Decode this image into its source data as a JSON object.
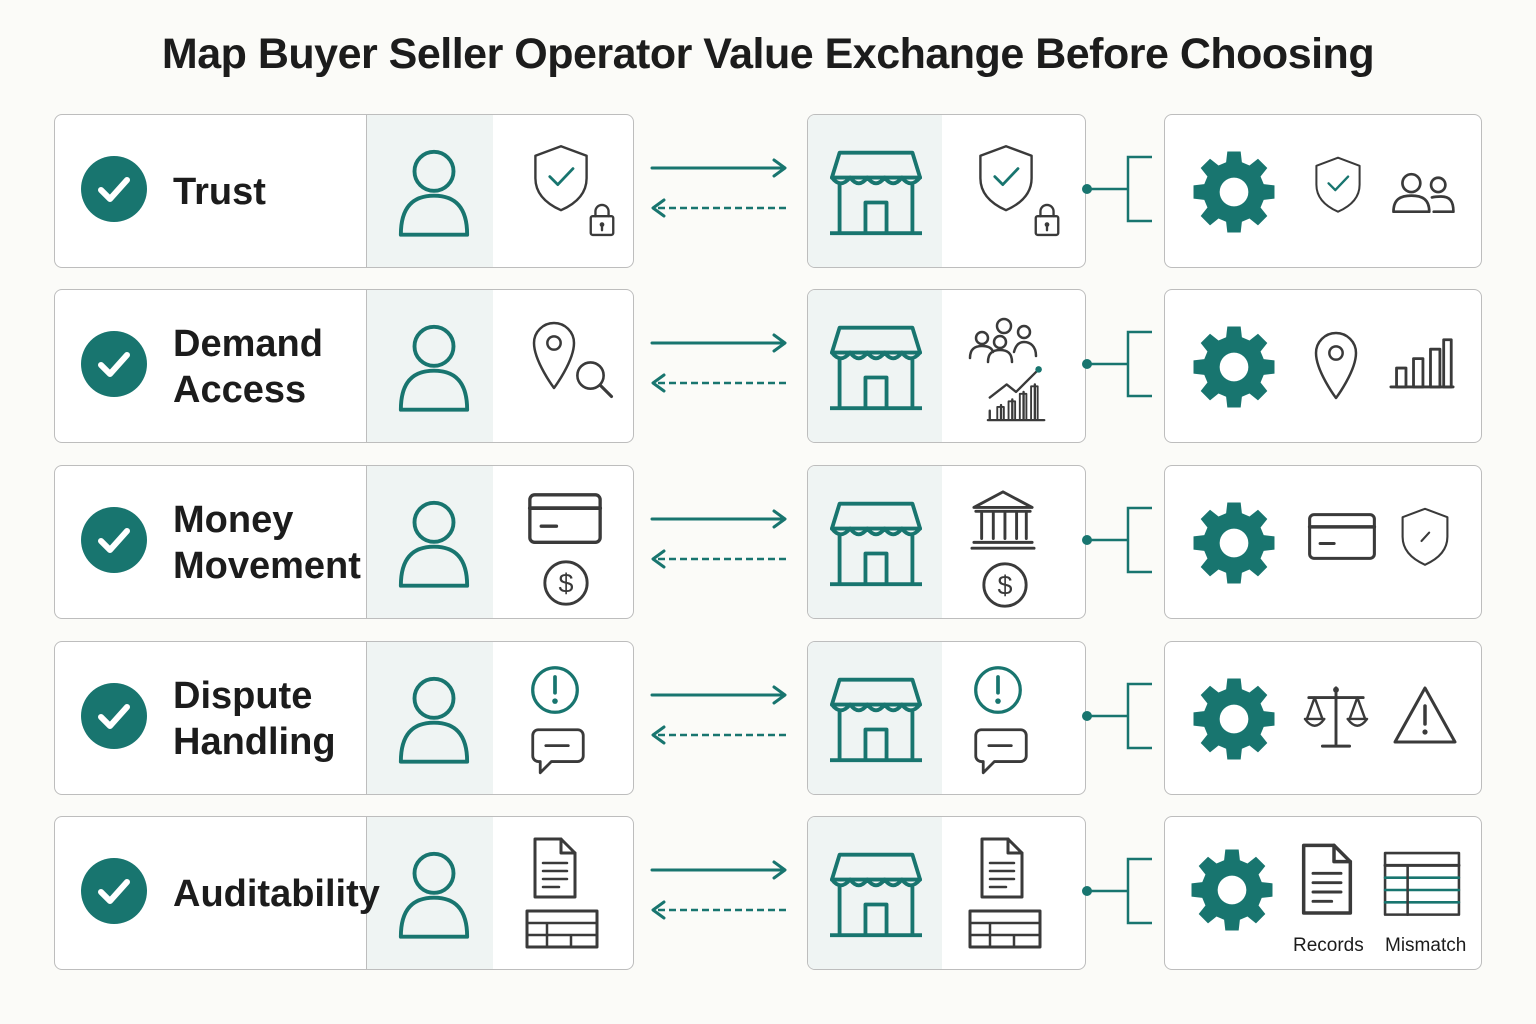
{
  "title": "Map Buyer Seller Operator Value Exchange Before Choosing",
  "colors": {
    "accent": "#18756f",
    "ink": "#3a3a3a",
    "border": "#bdbdbd",
    "shade": "#eff4f3"
  },
  "rows": [
    {
      "label_lines": [
        "Trust"
      ],
      "buyer_icons": [
        "shield-check-icon",
        "lock-icon"
      ],
      "seller_icons": [
        "shield-check-icon",
        "lock-icon"
      ],
      "operator_icons": [
        "gear-icon",
        "shield-check-icon",
        "users-icon"
      ]
    },
    {
      "label_lines": [
        "Demand",
        "Access"
      ],
      "buyer_icons": [
        "location-pin-icon",
        "magnifier-icon"
      ],
      "seller_icons": [
        "people-group-icon",
        "growth-chart-icon"
      ],
      "operator_icons": [
        "gear-icon",
        "location-pin-icon",
        "bar-chart-icon"
      ]
    },
    {
      "label_lines": [
        "Money",
        "Movement"
      ],
      "buyer_icons": [
        "credit-card-icon",
        "dollar-coin-icon"
      ],
      "seller_icons": [
        "bank-icon",
        "dollar-coin-icon"
      ],
      "operator_icons": [
        "gear-icon",
        "credit-card-icon",
        "shield-icon"
      ]
    },
    {
      "label_lines": [
        "Dispute",
        "Handling"
      ],
      "buyer_icons": [
        "alert-circle-icon",
        "chat-bubble-icon"
      ],
      "seller_icons": [
        "alert-circle-icon",
        "chat-bubble-icon"
      ],
      "operator_icons": [
        "gear-icon",
        "scales-icon",
        "warning-triangle-icon"
      ]
    },
    {
      "label_lines": [
        "Auditability"
      ],
      "buyer_icons": [
        "document-icon",
        "table-icon"
      ],
      "seller_icons": [
        "document-icon",
        "table-icon"
      ],
      "operator_icons": [
        "gear-icon",
        "document-icon",
        "spreadsheet-icon"
      ]
    }
  ],
  "operator_captions": [
    "Records",
    "Mismatch"
  ]
}
